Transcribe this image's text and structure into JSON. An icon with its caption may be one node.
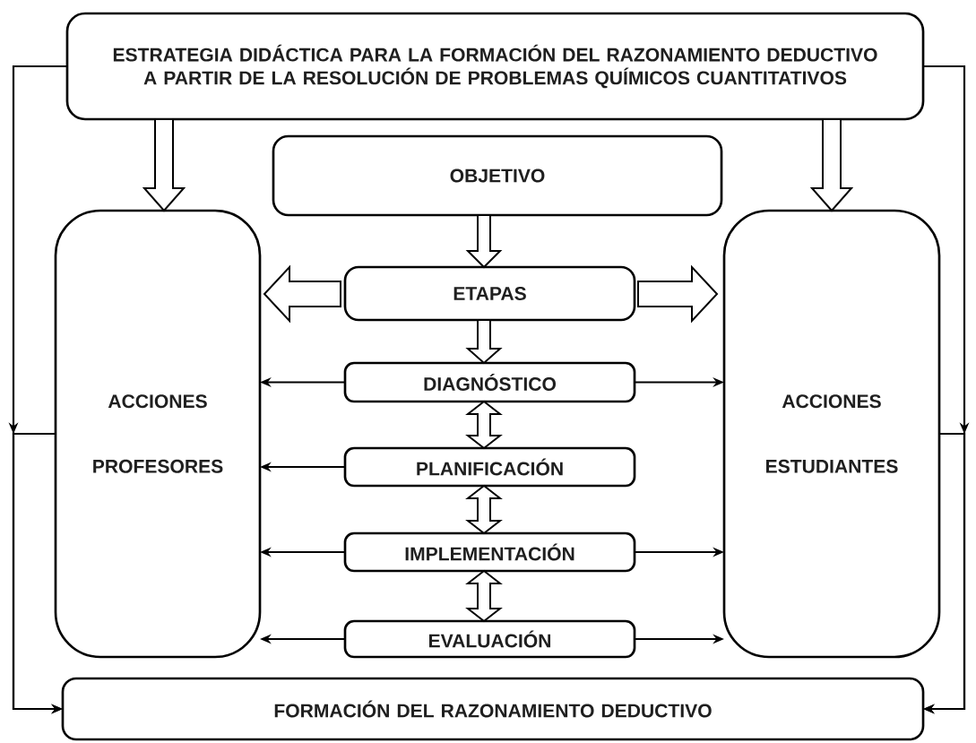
{
  "diagram": {
    "nodes": [
      {
        "text": [
          "ESTRATEGIA DIDÁCTICA PARA LA FORMACIÓN DEL RAZONAMIENTO DEDUCTIVO A PARTIR DE LA RESOLUCIÓN DE PROBLEMAS QUÍMICOS CUANTITATIVOS"
        ]
      },
      {
        "text": [
          "OBJETIVO"
        ]
      },
      {
        "text": [
          "ACCIONES PROFESORES"
        ]
      },
      {
        "text": [
          "ACCIONES ESTUDIANTES"
        ]
      },
      {
        "text": [
          "ETAPAS"
        ]
      },
      {
        "text": [
          "DIAGNÓSTICO"
        ]
      },
      {
        "text": [
          "PLANIFICACIÓN"
        ]
      },
      {
        "text": [
          "IMPLEMENTACIÓN"
        ]
      },
      {
        "text": [
          "EVALUACIÓN"
        ]
      },
      {
        "text": [
          "FORMACIÓN DEL RAZONAMIENTO DEDUCTIVO"
        ]
      }
    ],
    "edges": [
      {
        "from": 0,
        "to": 2,
        "arrow": "to",
        "style": "thick"
      },
      {
        "from": 0,
        "to": 3,
        "arrow": "to",
        "style": "thick"
      },
      {
        "from": 1,
        "to": 4,
        "arrow": "to",
        "style": "thick"
      },
      {
        "from": 4,
        "to": 2,
        "arrow": "to",
        "style": "thick"
      },
      {
        "from": 4,
        "to": 3,
        "arrow": "to",
        "style": "thick"
      },
      {
        "from": 4,
        "to": 5,
        "arrow": "to",
        "style": "thick"
      },
      {
        "from": 5,
        "to": 6,
        "arrow": "both",
        "style": "thick"
      },
      {
        "from": 6,
        "to": 7,
        "arrow": "both",
        "style": "thick"
      },
      {
        "from": 7,
        "to": 8,
        "arrow": "both",
        "style": "thick"
      },
      {
        "from": 5,
        "to": 2,
        "arrow": "to"
      },
      {
        "from": 5,
        "to": 3,
        "arrow": "to"
      },
      {
        "from": 6,
        "to": 2,
        "arrow": "to"
      },
      {
        "from": 7,
        "to": 2,
        "arrow": "to"
      },
      {
        "from": 7,
        "to": 3,
        "arrow": "to"
      },
      {
        "from": 8,
        "to": 2,
        "arrow": "to"
      },
      {
        "from": 8,
        "to": 3,
        "arrow": "to"
      },
      {
        "from": 0,
        "to": 9,
        "arrow": "to"
      },
      {
        "from": 2,
        "to": 9,
        "arrow": "to"
      },
      {
        "from": 0,
        "to": 9,
        "arrow": "to"
      },
      {
        "from": 3,
        "to": 9,
        "arrow": "to"
      }
    ]
  }
}
